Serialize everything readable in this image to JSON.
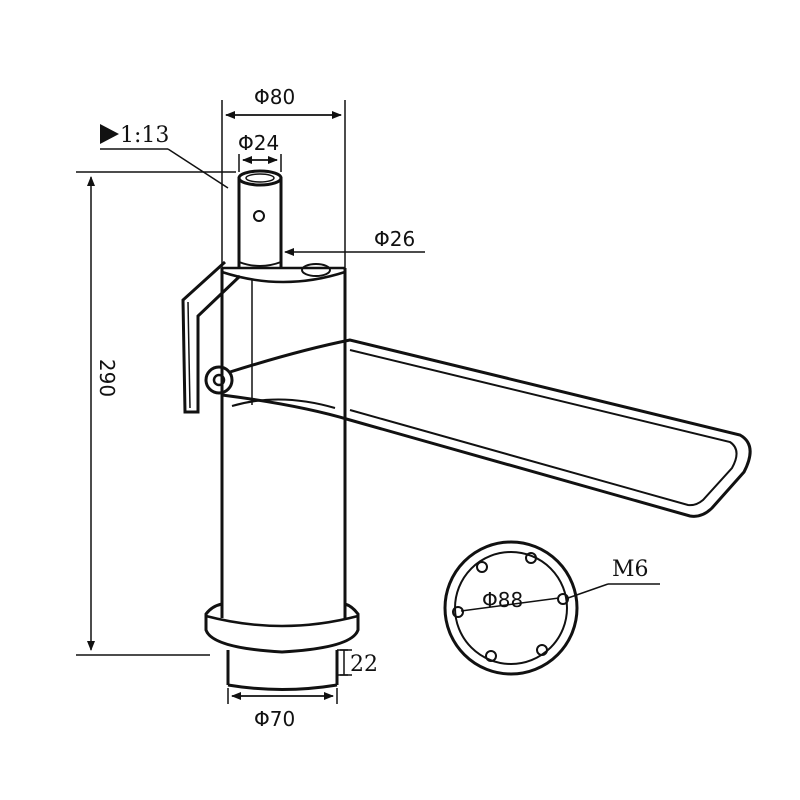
{
  "dimensions": {
    "outer_diameter": "Φ80",
    "taper": "1:13",
    "shaft_diameter": "Φ24",
    "collar_diameter": "Φ26",
    "height": "290",
    "bolt_circle": "Φ88",
    "thread": "M6",
    "base_step": "22",
    "base_diameter": "Φ70"
  }
}
